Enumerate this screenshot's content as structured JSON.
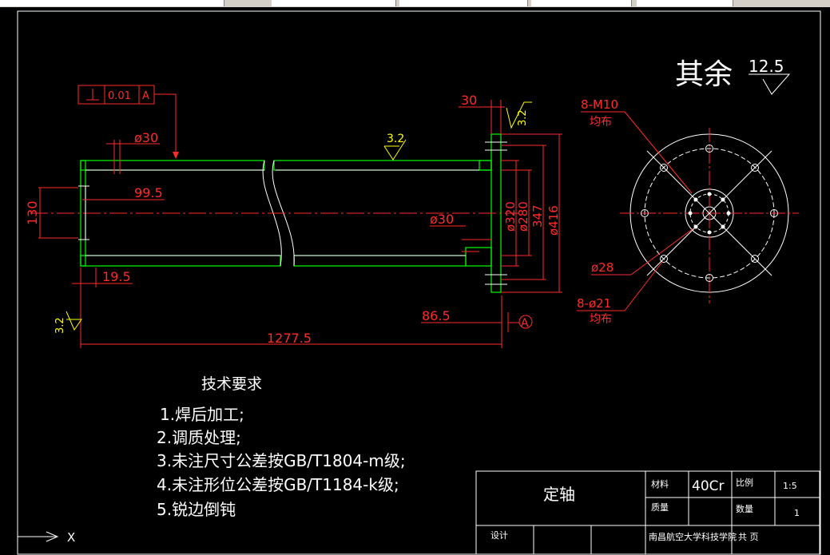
{
  "roughness": {
    "label": "其余",
    "value": "12.5"
  },
  "tolerance_frame": {
    "symbol": "⊥",
    "value": "0.01",
    "datum": "A"
  },
  "dims": {
    "d30_top": "ø30",
    "d99_5": "99.5",
    "d130": "130",
    "d19_5": "19.5",
    "d1277_5": "1277.5",
    "d86_5": "86.5",
    "d30_right": "ø30",
    "d30_flange": "30",
    "d3_2_a": "3.2",
    "d3_2_b": "3.2",
    "d3_2_c": "3.2",
    "d320": "ø320",
    "d280": "ø280",
    "d347": "347",
    "d416": "ø416",
    "datum_a": "A"
  },
  "flange": {
    "m10": "8-M10",
    "m10_sub": "均布",
    "d28": "ø28",
    "d21": "8-ø21",
    "d21_sub": "均布"
  },
  "tech_req": {
    "title": "技术要求",
    "items": [
      "1.焊后加工;",
      "2.调质处理;",
      "3.未注尺寸公差按GB/T1804-m级;",
      "4.未注形位公差按GB/T1184-k级;",
      "5.锐边倒钝"
    ]
  },
  "title_block": {
    "name": "定轴",
    "material_label": "材料",
    "material": "40Cr",
    "scale_label": "比例",
    "scale": "1:5",
    "mass_label": "质量",
    "qty_label": "数量",
    "qty": "1",
    "design_label": "设计",
    "school": "南昌航空大学科技学院",
    "sheets": "共    页"
  },
  "axis_label": "X",
  "colors": {
    "red": "#ff2a2a",
    "green": "#00ff00",
    "yellow": "#ffff00",
    "white": "#ffffff"
  }
}
